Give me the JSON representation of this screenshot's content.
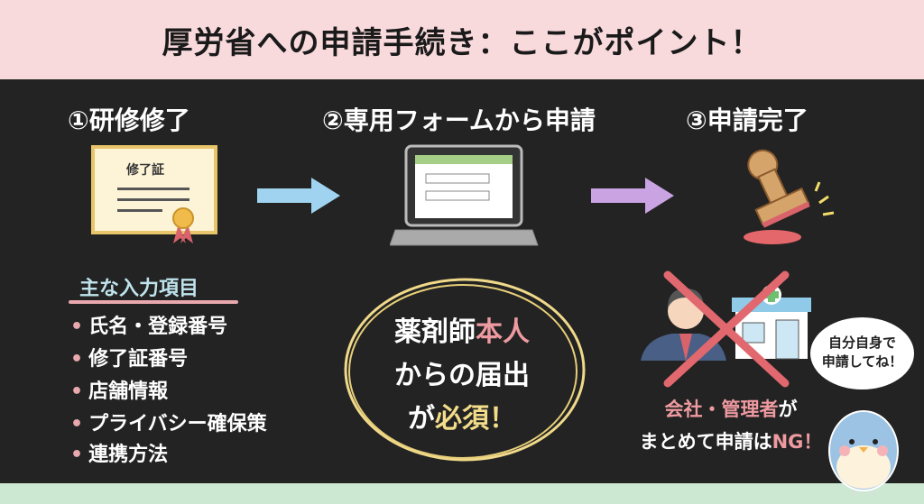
{
  "title": "厚労省への申請手続き：ここがポイント！",
  "steps": [
    {
      "label": "①研修修了",
      "icon": "certificate-icon",
      "certificate_text": "修了証"
    },
    {
      "label": "②専用フォームから申請",
      "icon": "laptop-form-icon"
    },
    {
      "label": "③申請完了",
      "icon": "stamp-icon"
    }
  ],
  "inputs": {
    "heading": "主な入力項目",
    "items": [
      "氏名・登録番号",
      "修了証番号",
      "店舗情報",
      "プライバシー確保策",
      "連携方法"
    ]
  },
  "center": {
    "line1_a": "薬剤師",
    "line1_b": "本人",
    "line2": "からの届出",
    "line3_a": "が",
    "line3_b": "必須！"
  },
  "ng": {
    "line1_a": "会社・管理者",
    "line1_b": "が",
    "line2_a": "まとめて申請は",
    "line2_b": "NG！"
  },
  "bubble": {
    "line1": "自分自身で",
    "line2": "申請してね！"
  },
  "colors": {
    "top": "#f8d9dc",
    "board": "#222322",
    "bottom": "#cce8d3",
    "accent_pink": "#ee9aa0",
    "accent_yellow": "#f3dc8a"
  }
}
